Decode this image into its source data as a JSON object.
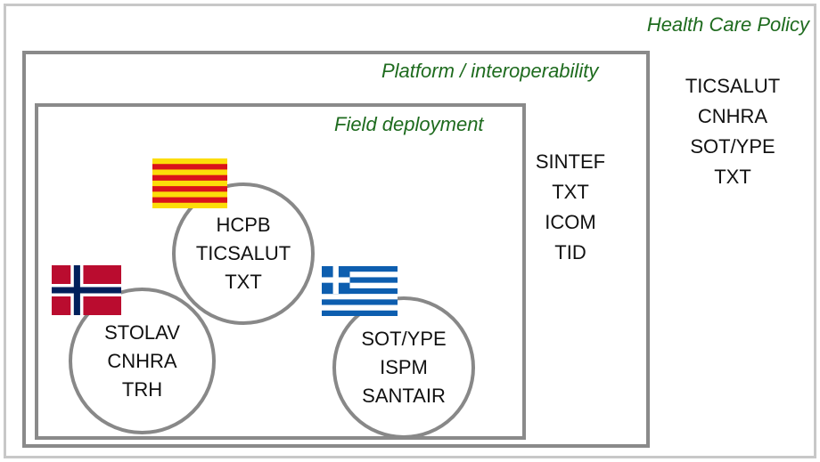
{
  "outer": {
    "title": "Health Care Policy",
    "members": [
      "TICSALUT",
      "CNHRA",
      "SOT/YPE",
      "TXT"
    ]
  },
  "middle": {
    "title": "Platform / interoperability",
    "members": [
      "SINTEF",
      "TXT",
      "ICOM",
      "TID"
    ]
  },
  "inner": {
    "title": "Field deployment",
    "sites": [
      {
        "flag": "catalonia-flag",
        "members": [
          "HCPB",
          "TICSALUT",
          "TXT"
        ]
      },
      {
        "flag": "norway-flag",
        "members": [
          "STOLAV",
          "CNHRA",
          "TRH"
        ]
      },
      {
        "flag": "greece-flag",
        "members": [
          "SOT/YPE",
          "ISPM",
          "SANTAIR"
        ]
      }
    ]
  },
  "colors": {
    "title_green": "#1e6b1e",
    "outer_border": "#c8c8c8",
    "inner_border": "#8a8a8a",
    "circle_border": "#888888"
  }
}
